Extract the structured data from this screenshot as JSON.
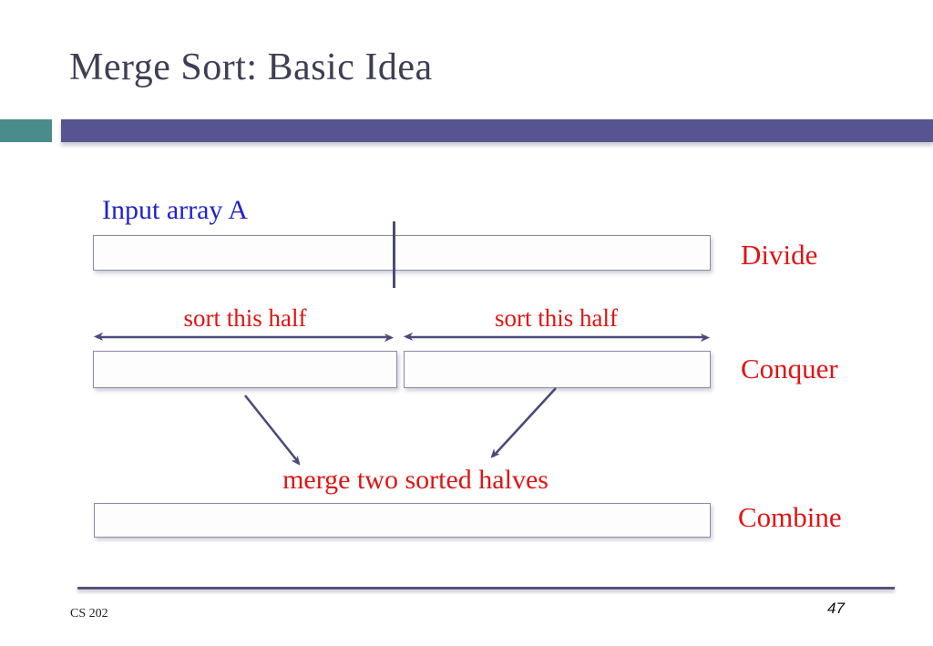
{
  "slide": {
    "title": "Merge Sort: Basic Idea",
    "footer_left": "CS 202",
    "page_number": "47"
  },
  "diagram": {
    "input_label": "Input array A",
    "sort_labels": [
      "sort this half",
      "sort this half"
    ],
    "merge_label": "merge two sorted halves",
    "stages": [
      "Divide",
      "Conquer",
      "Combine"
    ]
  },
  "colors": {
    "title_text": "#3E3E54",
    "accent_bar": "#575492",
    "accent_square": "#4A8C8C",
    "label_red": "#E01414",
    "label_blue": "#2222CC",
    "arrow": "#4A4A7C",
    "box_border": "#8A8AA8"
  }
}
